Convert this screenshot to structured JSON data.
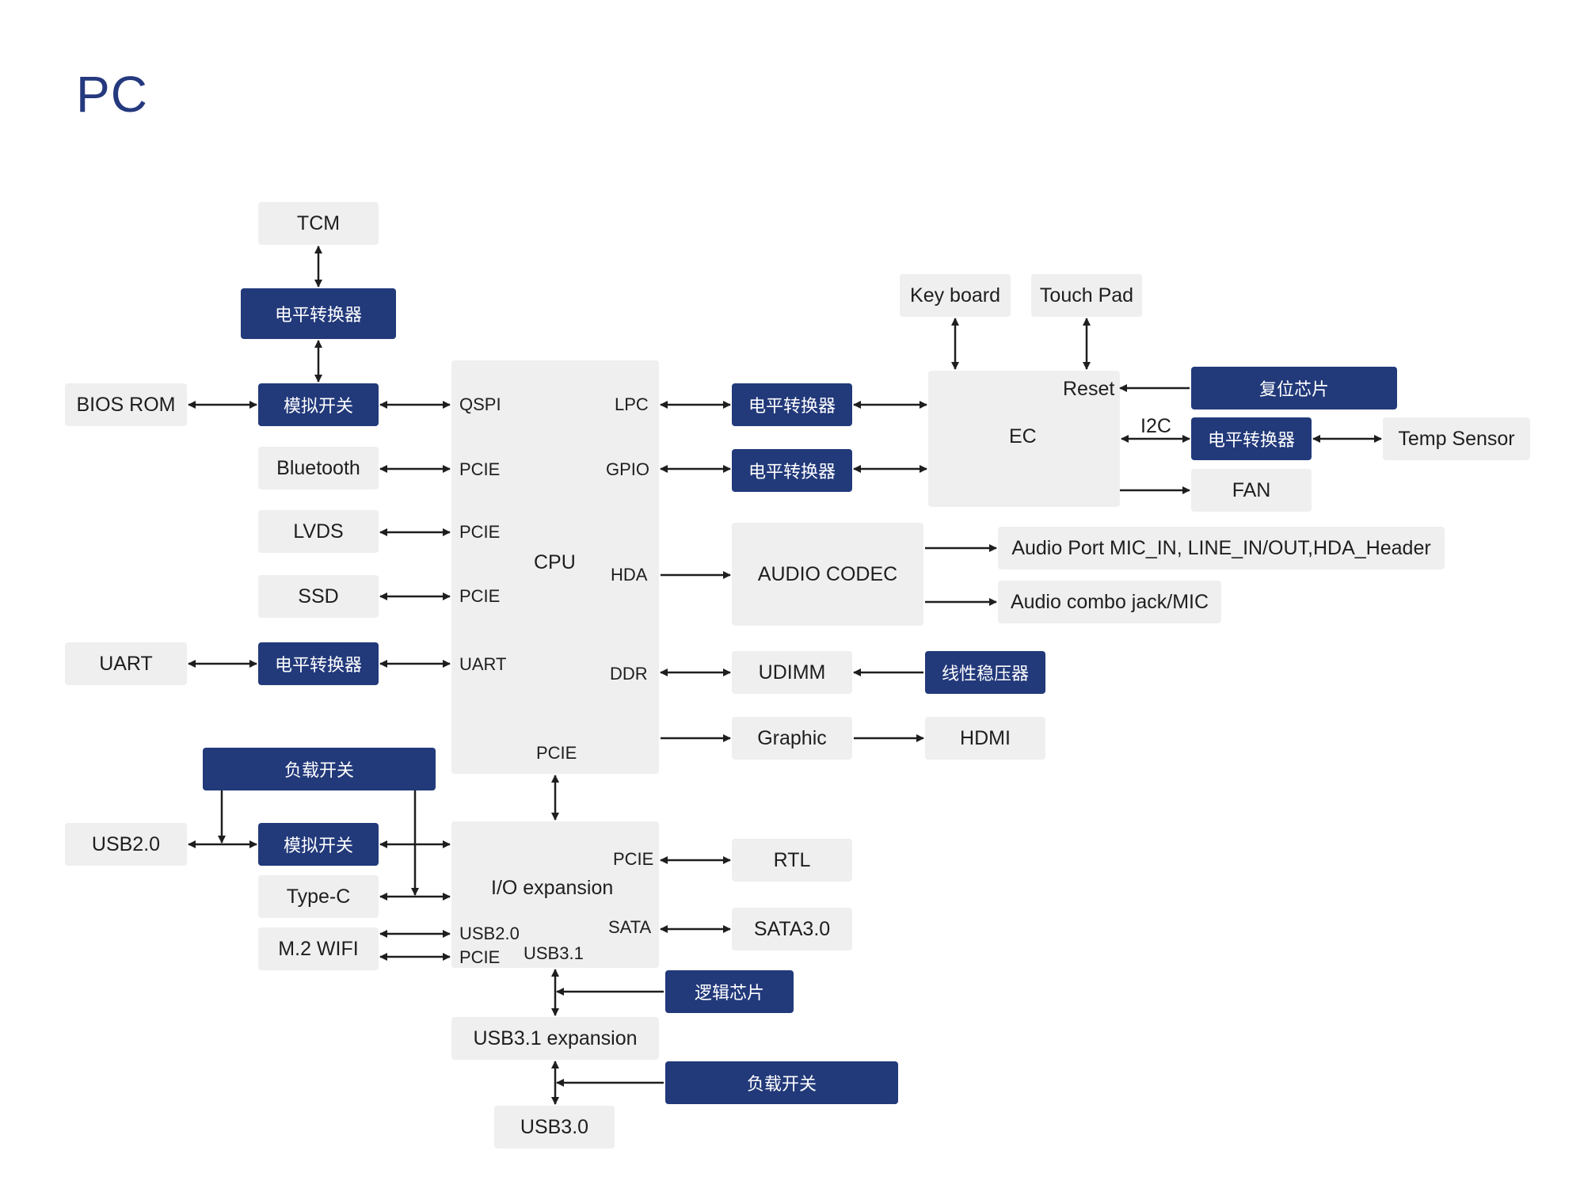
{
  "title": "PC",
  "boxes": {
    "tcm": "TCM",
    "level_shifter_top": "电平转换器",
    "bios_rom": "BIOS ROM",
    "analog_switch_qspi": "模拟开关",
    "bluetooth": "Bluetooth",
    "lvds": "LVDS",
    "ssd": "SSD",
    "uart": "UART",
    "level_shifter_uart": "电平转换器",
    "load_switch_left": "负载开关",
    "usb20": "USB2.0",
    "analog_switch_usb": "模拟开关",
    "type_c": "Type-C",
    "m2_wifi": "M.2 WIFI",
    "level_shifter_lpc": "电平转换器",
    "level_shifter_gpio": "电平转换器",
    "keyboard": "Key board",
    "touchpad": "Touch Pad",
    "reset_chip": "复位芯片",
    "level_shifter_i2c": "电平转换器",
    "temp_sensor": "Temp Sensor",
    "fan": "FAN",
    "audio_codec": "AUDIO CODEC",
    "audio_port": "Audio Port MIC_IN, LINE_IN/OUT,HDA_Header",
    "audio_combo": "Audio combo jack/MIC",
    "udimm": "UDIMM",
    "linear_regulator": "线性稳压器",
    "graphic": "Graphic",
    "hdmi": "HDMI",
    "rtl": "RTL",
    "sata30": "SATA3.0",
    "logic_chip": "逻辑芯片",
    "usb31_expansion": "USB3.1 expansion",
    "load_switch_bottom": "负载开关",
    "usb30": "USB3.0"
  },
  "cpu": {
    "name": "CPU",
    "pins_left": [
      "QSPI",
      "PCIE",
      "PCIE",
      "PCIE",
      "UART"
    ],
    "pins_right": [
      "LPC",
      "GPIO",
      "HDA",
      "DDR"
    ],
    "pin_bottom": "PCIE"
  },
  "ec": {
    "name": "EC",
    "reset": "Reset",
    "i2c": "I2C"
  },
  "io": {
    "name": "I/O expansion",
    "pin_pcie_right": "PCIE",
    "pin_sata": "SATA",
    "pin_usb20": "USB2.0",
    "pin_pcie_left": "PCIE",
    "pin_usb31": "USB3.1"
  },
  "colors": {
    "title": "#25397e",
    "dark_box": "#22397a",
    "light_box": "#efefef",
    "line": "#1e1e1e"
  }
}
